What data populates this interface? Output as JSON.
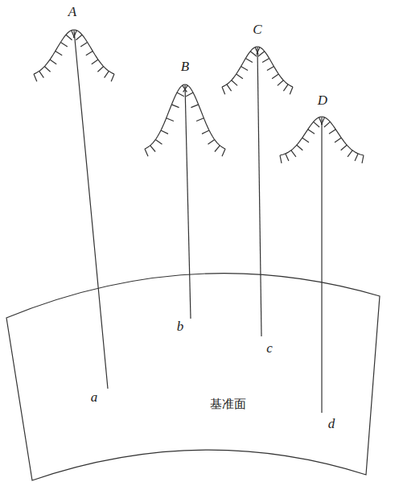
{
  "diagram": {
    "nodes": [
      {
        "text": [
          "基准面"
        ]
      }
    ],
    "labels": [
      "A",
      "B",
      "C",
      "D",
      "a",
      "b",
      "c",
      "d"
    ]
  }
}
